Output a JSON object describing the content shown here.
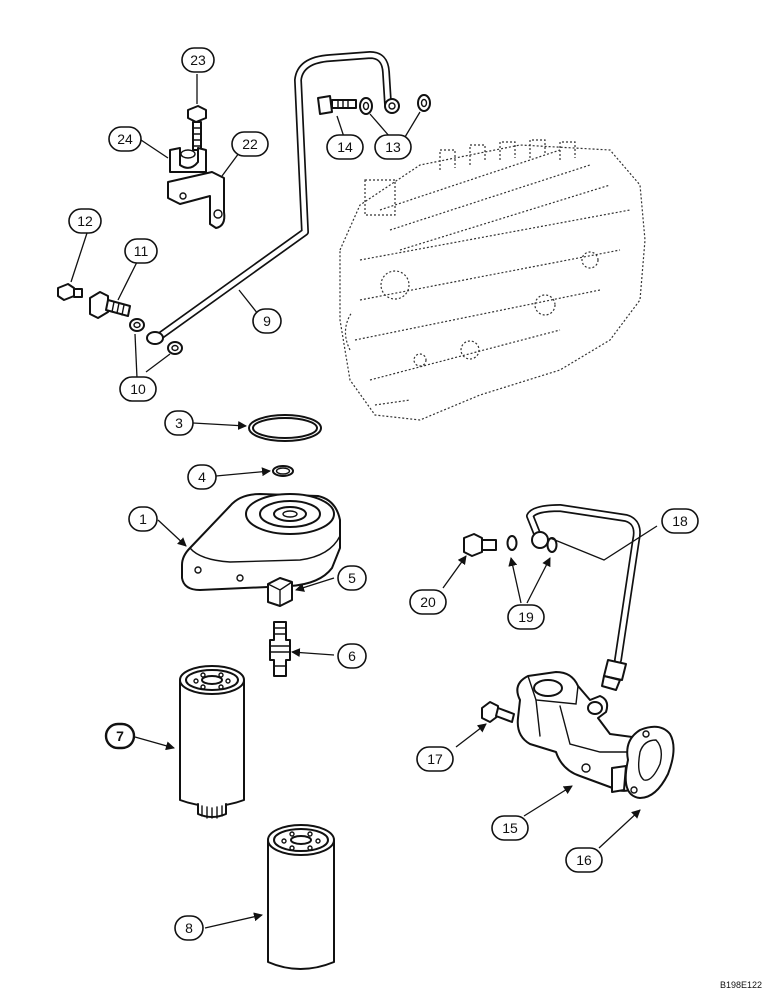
{
  "callouts": {
    "c1": "1",
    "c3": "3",
    "c4": "4",
    "c5": "5",
    "c6": "6",
    "c7": "7",
    "c8": "8",
    "c9": "9",
    "c10": "10",
    "c11": "11",
    "c12": "12",
    "c13": "13",
    "c14": "14",
    "c15": "15",
    "c16": "16",
    "c17": "17",
    "c18": "18",
    "c19": "19",
    "c20": "20",
    "c22": "22",
    "c23": "23",
    "c24": "24"
  },
  "figure_code": "B198E122"
}
